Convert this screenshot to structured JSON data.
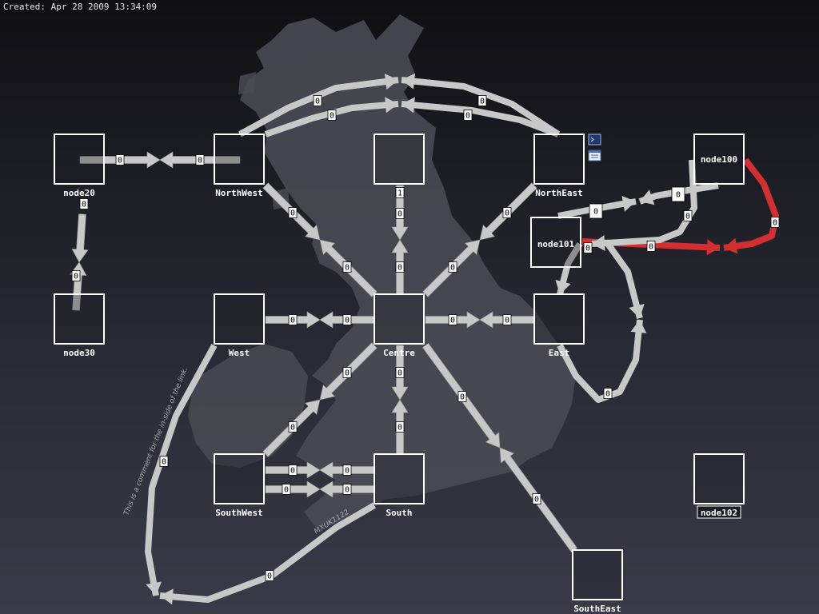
{
  "header": {
    "created": "Created: Apr 28 2009 13:34:09"
  },
  "colors": {
    "background": "#1d1d25",
    "map": "#4a4a54",
    "link": "#c8c8c8",
    "link_highlight": "#d23030",
    "node_border": "#ffffff",
    "node_fill": "#1f1f28"
  },
  "nodes": [
    {
      "id": "node20",
      "label": "node20"
    },
    {
      "id": "NorthWest",
      "label": "NorthWest"
    },
    {
      "id": "Centre_top",
      "label": ""
    },
    {
      "id": "NorthEast",
      "label": "NorthEast"
    },
    {
      "id": "node100",
      "label": "node100"
    },
    {
      "id": "node101",
      "label": "node101"
    },
    {
      "id": "node30",
      "label": "node30"
    },
    {
      "id": "West",
      "label": "West"
    },
    {
      "id": "Centre",
      "label": "Centre"
    },
    {
      "id": "East",
      "label": "East"
    },
    {
      "id": "SouthWest",
      "label": "SouthWest"
    },
    {
      "id": "South",
      "label": "South"
    },
    {
      "id": "node102",
      "label": "node102"
    },
    {
      "id": "SouthEast",
      "label": "SouthEast"
    }
  ],
  "link_labels": [
    "0",
    "0",
    "0",
    "0",
    "0",
    "0",
    "0",
    "0",
    "1",
    "0",
    "0",
    "0",
    "0",
    "0",
    "0",
    "0",
    "0",
    "0",
    "0",
    "0",
    "0",
    "0",
    "0",
    "0",
    "0",
    "0",
    "0",
    "0",
    "0",
    "0",
    "0",
    "0",
    "0",
    "0",
    "0",
    "0",
    "0",
    "0",
    "0",
    "0"
  ],
  "comments": [
    {
      "id": "west-link-comment",
      "text": "This is a comment for the in-side of the link."
    },
    {
      "id": "south-link-comment",
      "text": "MXUK1122"
    }
  ],
  "icons": [
    {
      "id": "terminal-icon"
    },
    {
      "id": "window-icon"
    }
  ]
}
